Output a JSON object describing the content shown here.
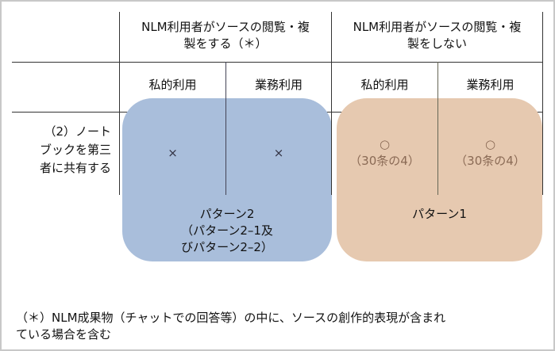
{
  "header": {
    "col_a": [
      "NLM利用者がソースの閲覧・複",
      "製をする（＊）"
    ],
    "col_b": [
      "NLM利用者がソースの閲覧・複",
      "製をしない"
    ],
    "sub": [
      "私的利用",
      "業務利用",
      "私的利用",
      "業務利用"
    ]
  },
  "row": {
    "label": [
      "（2）ノート",
      "ブックを第三",
      "者に共有する"
    ],
    "cells": [
      "×",
      "×",
      "○",
      "○"
    ],
    "cell_notes": [
      "（30条の4）",
      "（30条の4）"
    ]
  },
  "groups": {
    "pattern2": [
      "パターン2",
      "（パターン2–1及",
      "びパターン2–2）"
    ],
    "pattern1": "パターン1"
  },
  "footnote": [
    "（＊）NLM成果物（チャットでの回答等）の中に、ソースの創作的表現が含まれ",
    "ている場合を含む"
  ],
  "colors": {
    "blue": "#a9bedb",
    "orange": "#e6c9b0"
  }
}
